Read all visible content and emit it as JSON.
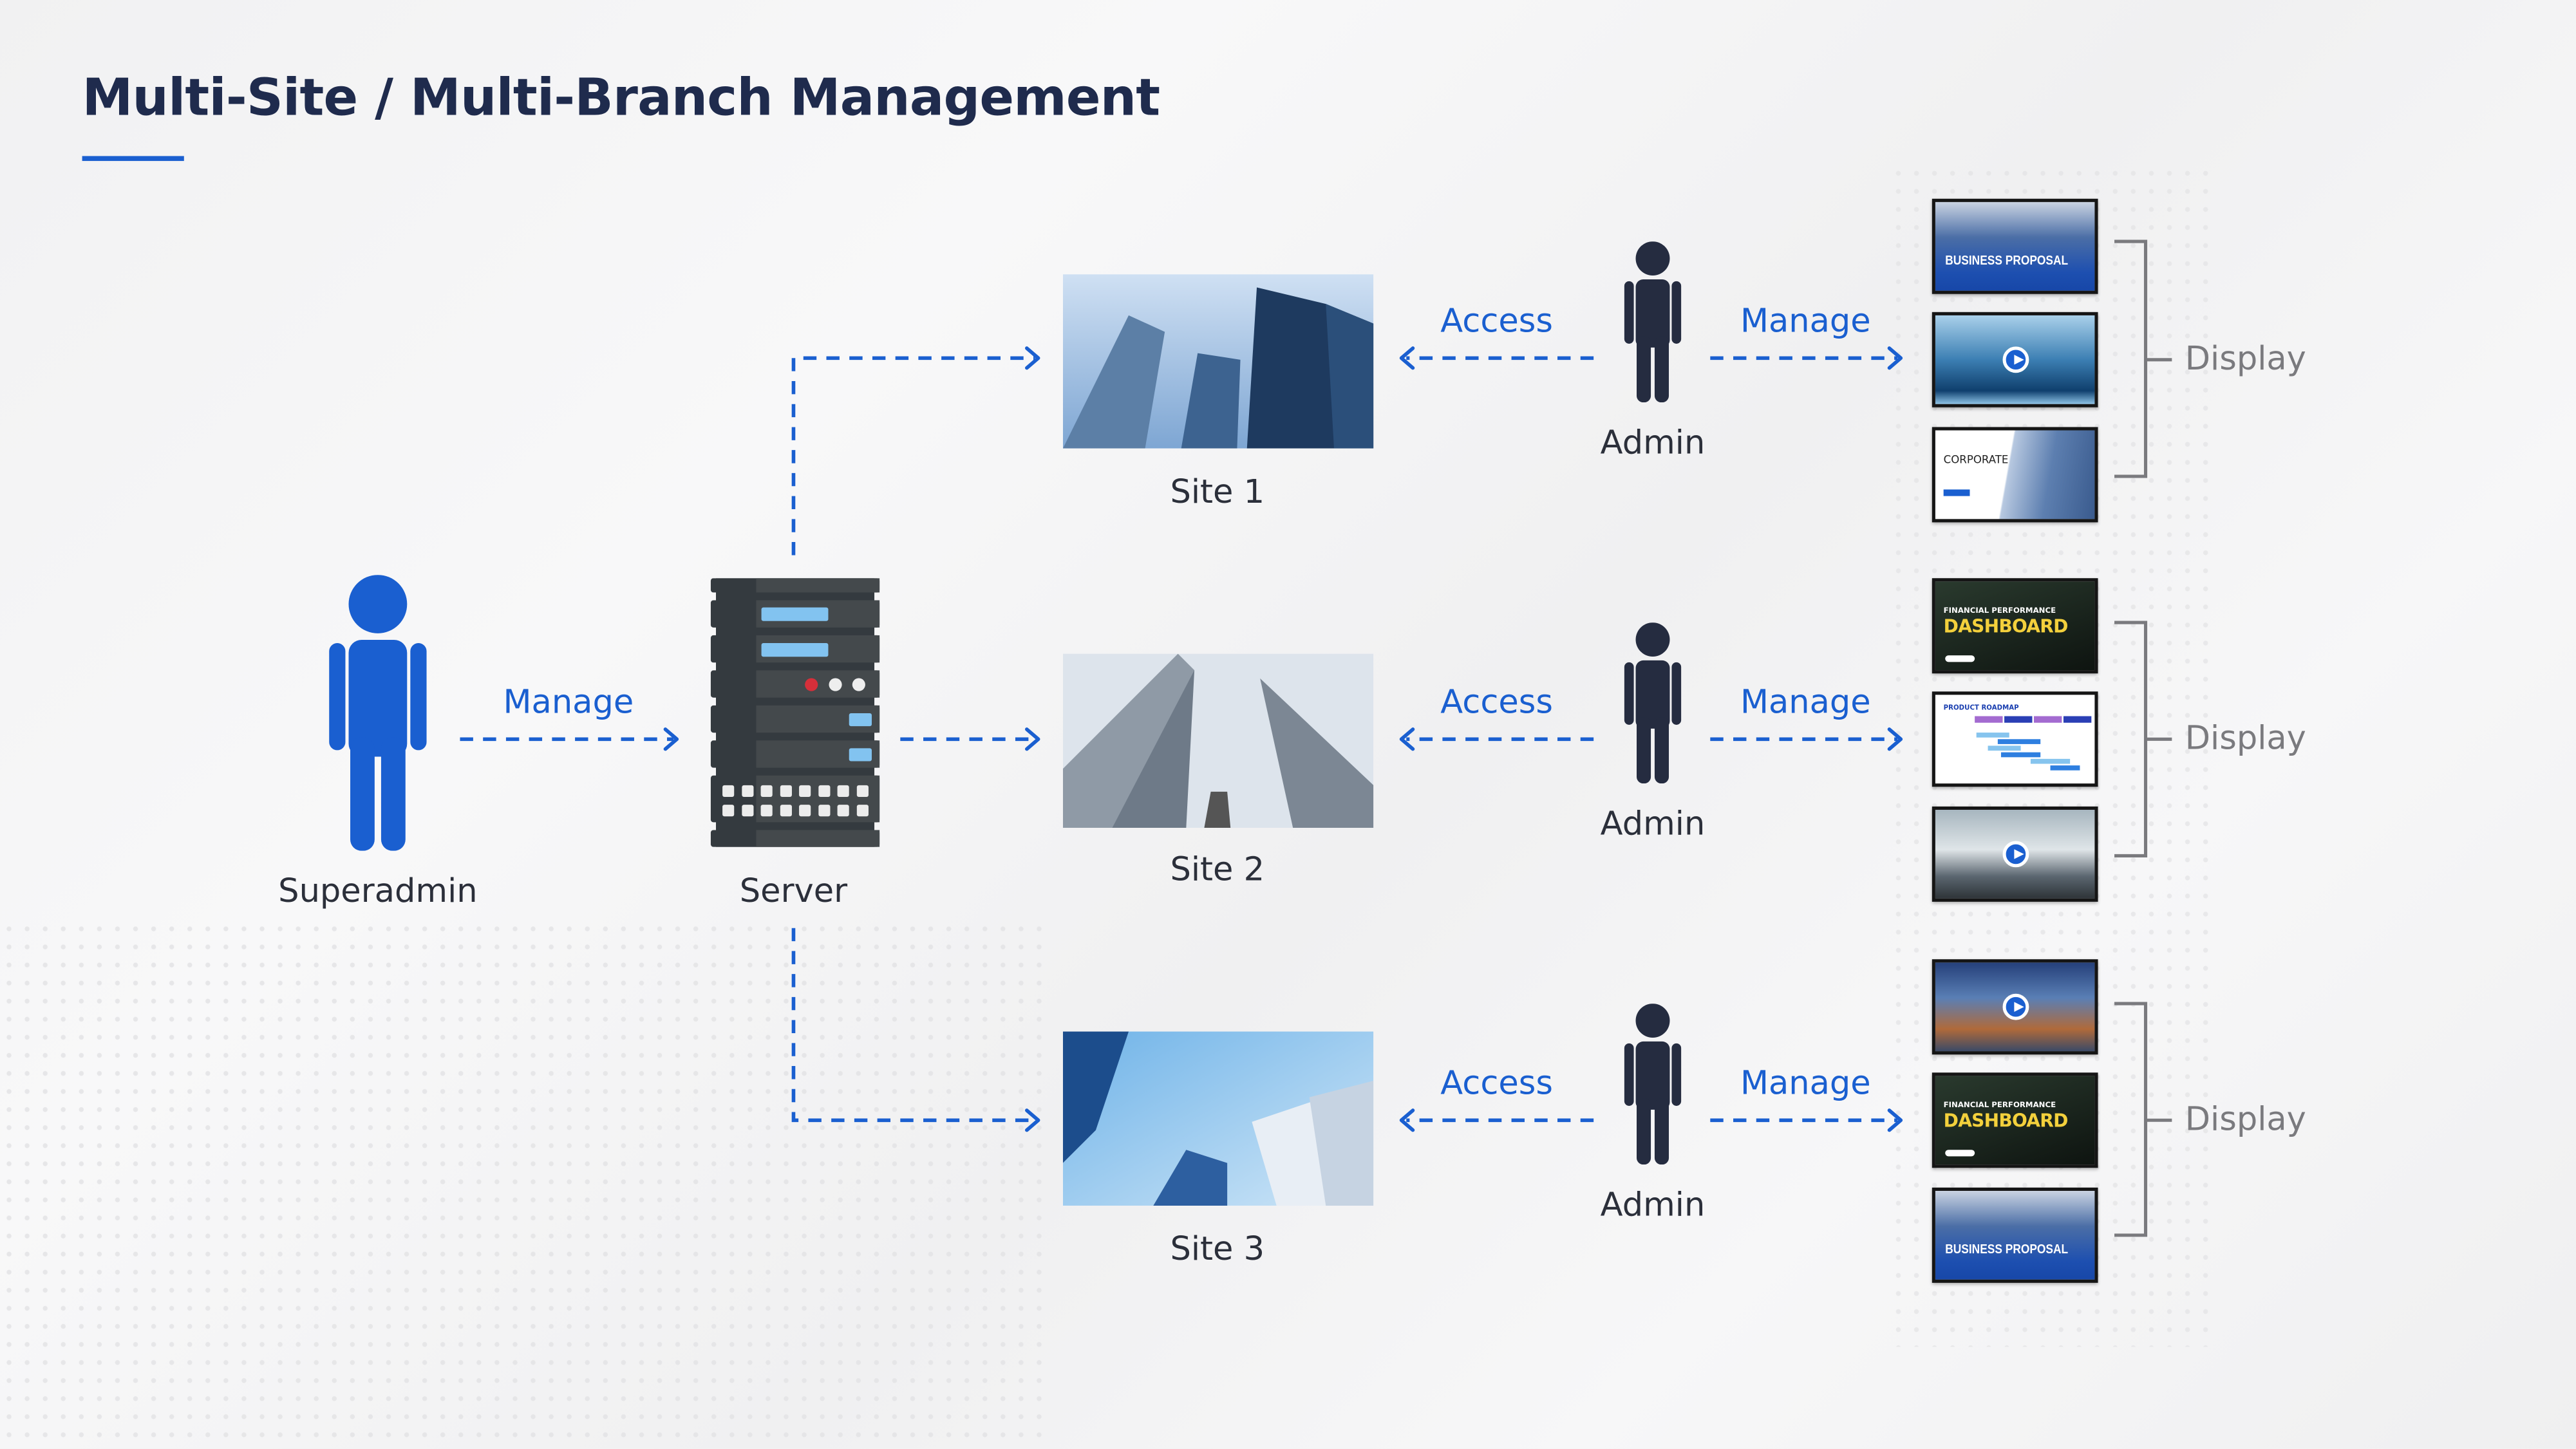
{
  "title": "Multi-Site / Multi-Branch Management",
  "colors": {
    "accent": "#1a5fd0",
    "title": "#1f2b4d",
    "admin_icon": "#252c40",
    "server": "#3d4346",
    "bracket": "#7a7a7e"
  },
  "superadmin": {
    "label": "Superadmin",
    "icon": "person-icon",
    "edge_label": "Manage"
  },
  "server": {
    "label": "Server",
    "icon": "server-rack-icon"
  },
  "branches": [
    {
      "site_label": "Site 1",
      "access_label": "Access",
      "admin_label": "Admin",
      "manage_label": "Manage",
      "display_label": "Display",
      "screens": [
        {
          "type": "business-proposal",
          "text": "BUSINESS PROPOSAL"
        },
        {
          "type": "video",
          "icon": "play-icon"
        },
        {
          "type": "corporate",
          "text": "CORPORATE"
        }
      ]
    },
    {
      "site_label": "Site 2",
      "access_label": "Access",
      "admin_label": "Admin",
      "manage_label": "Manage",
      "display_label": "Display",
      "screens": [
        {
          "type": "dashboard",
          "text1": "FINANCIAL PERFORMANCE",
          "text2": "DASHBOARD"
        },
        {
          "type": "roadmap",
          "text": "PRODUCT ROADMAP"
        },
        {
          "type": "video",
          "icon": "play-icon"
        }
      ]
    },
    {
      "site_label": "Site 3",
      "access_label": "Access",
      "admin_label": "Admin",
      "manage_label": "Manage",
      "display_label": "Display",
      "screens": [
        {
          "type": "video",
          "icon": "play-icon"
        },
        {
          "type": "dashboard",
          "text1": "FINANCIAL PERFORMANCE",
          "text2": "DASHBOARD"
        },
        {
          "type": "business-proposal",
          "text": "BUSINESS PROPOSAL"
        }
      ]
    }
  ]
}
